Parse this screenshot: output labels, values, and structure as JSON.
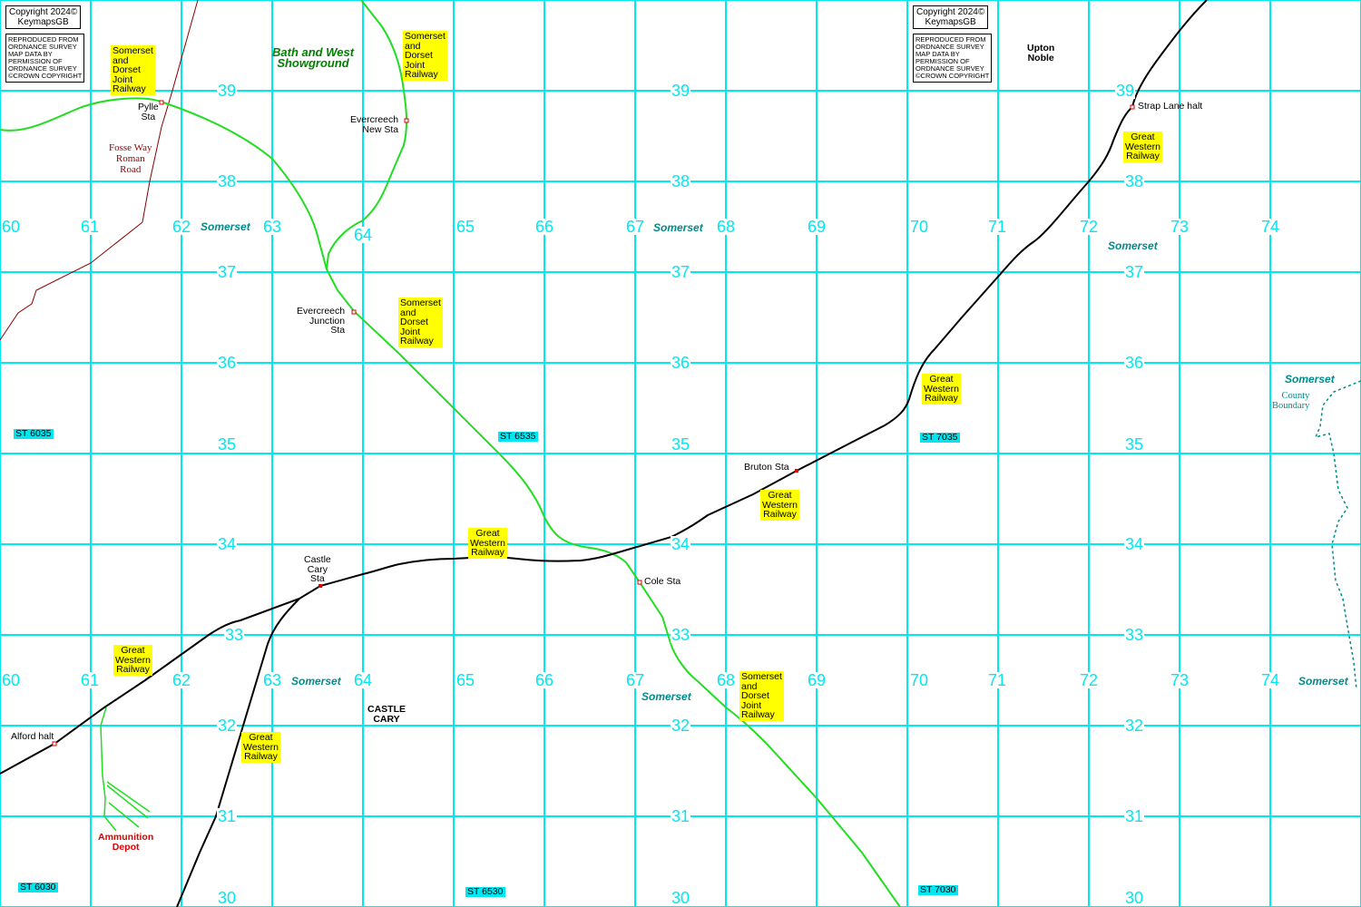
{
  "copyright": {
    "line": "Copyright 2024©\nKeymapsGB",
    "reproduced": "REPRODUCED FROM\nORDNANCE SURVEY\nMAP DATA BY\nPERMISSION OF\nORDNANCE SURVEY\n©CROWN COPYRIGHT"
  },
  "grid": {
    "eastings": [
      "60",
      "61",
      "62",
      "63",
      "64",
      "65",
      "66",
      "67",
      "68",
      "69",
      "70",
      "71",
      "72",
      "73",
      "74"
    ],
    "northings": [
      "39",
      "38",
      "37",
      "36",
      "35",
      "34",
      "33",
      "32",
      "31",
      "30"
    ]
  },
  "grid_refs": [
    "ST 6035",
    "ST 6535",
    "ST 7035",
    "ST 6030",
    "ST 6530",
    "ST 7030"
  ],
  "county": {
    "name": "Somerset",
    "boundary_label": "County\nBoundary"
  },
  "places": {
    "upton_noble": "Upton\nNoble",
    "castle_cary": "CASTLE\nCARY",
    "showground": "Bath and West\nShowground",
    "ammunition": "Ammunition\nDepot",
    "fosse_way": "Fosse Way\nRoman\nRoad"
  },
  "stations": {
    "pylle": "Pylle\nSta",
    "evercreech_new": "Evercreech\nNew Sta",
    "evercreech_junction": "Evercreech\nJunction\nSta",
    "castle_cary": "Castle\nCary\nSta",
    "cole": "Cole Sta",
    "bruton": "Bruton Sta",
    "strap_lane": "Strap Lane halt",
    "alford": "Alford halt"
  },
  "railways": {
    "sdjr": "Somerset\nand\nDorset\nJoint\nRailway",
    "gwr": "Great\nWestern\nRailway"
  },
  "colors": {
    "grid": "#00e8f0",
    "sdjr": "#22dd22",
    "gwr": "#000000",
    "roman_road": "#8b0000",
    "county": "#008b8b",
    "label_bg": "#ffff00"
  }
}
